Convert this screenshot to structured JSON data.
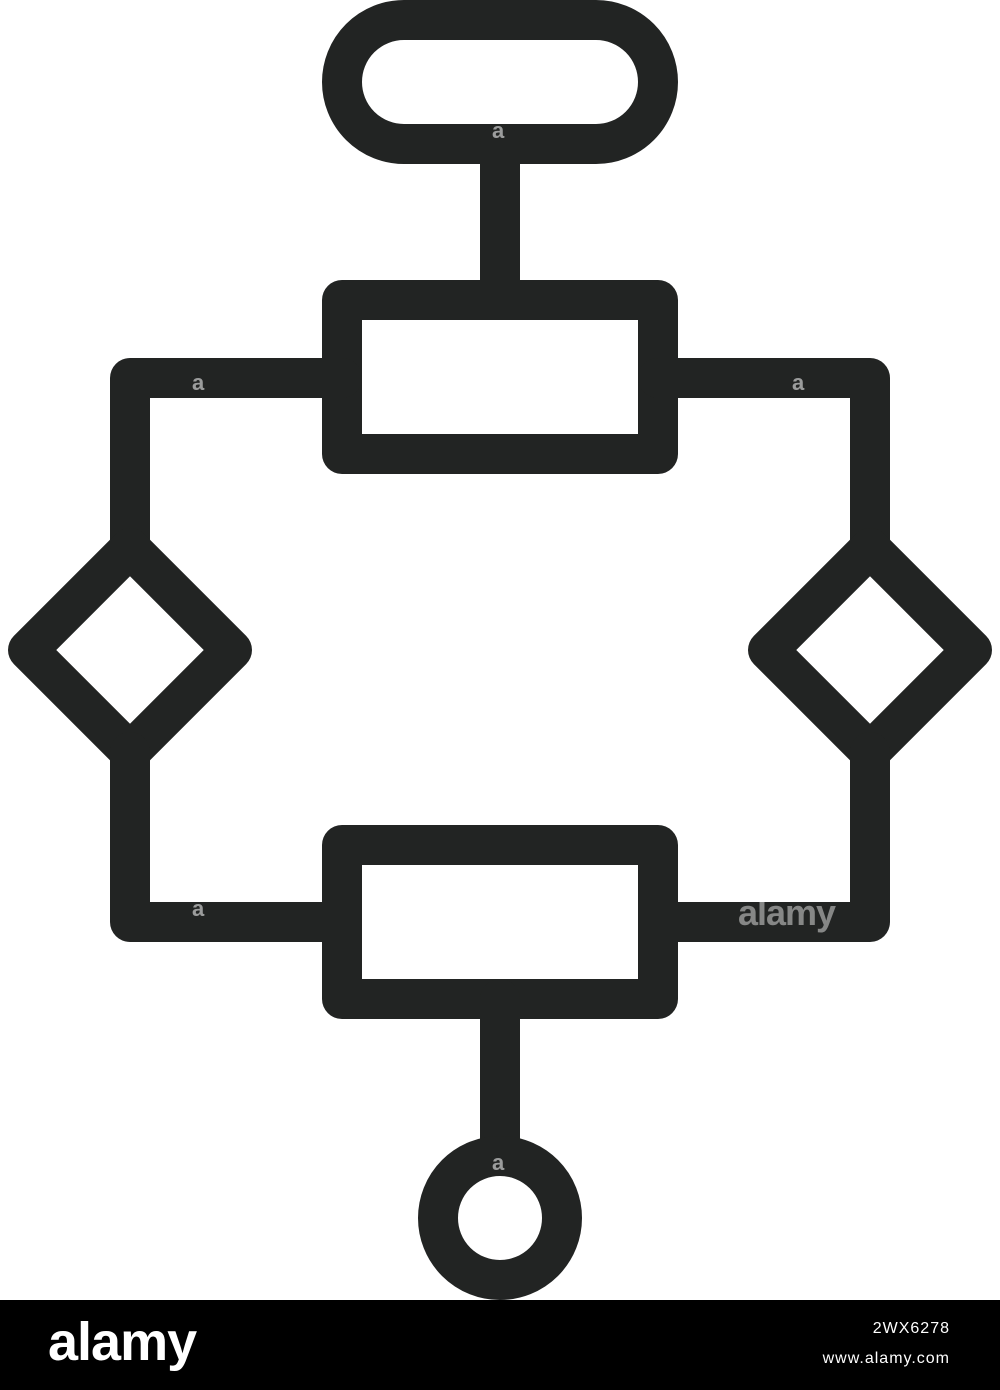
{
  "colors": {
    "stroke": "#222423",
    "background": "#ffffff",
    "footer_background": "#000000",
    "footer_text": "#ffffff"
  },
  "diagram": {
    "nodes": [
      {
        "id": "start-terminal",
        "shape": "rounded-terminal"
      },
      {
        "id": "top-process",
        "shape": "rectangle"
      },
      {
        "id": "left-decision",
        "shape": "diamond"
      },
      {
        "id": "right-decision",
        "shape": "diamond"
      },
      {
        "id": "bottom-process",
        "shape": "rectangle"
      },
      {
        "id": "end-connector",
        "shape": "circle"
      }
    ],
    "edges": [
      {
        "from": "start-terminal",
        "to": "top-process"
      },
      {
        "from": "top-process",
        "to": "left-decision"
      },
      {
        "from": "top-process",
        "to": "right-decision"
      },
      {
        "from": "left-decision",
        "to": "bottom-process"
      },
      {
        "from": "right-decision",
        "to": "bottom-process"
      },
      {
        "from": "bottom-process",
        "to": "end-connector"
      }
    ]
  },
  "watermark": {
    "mark": "a",
    "large_text": "alamy"
  },
  "footer": {
    "logo": "alamy",
    "image_id": "2WX6278",
    "url": "www.alamy.com"
  }
}
